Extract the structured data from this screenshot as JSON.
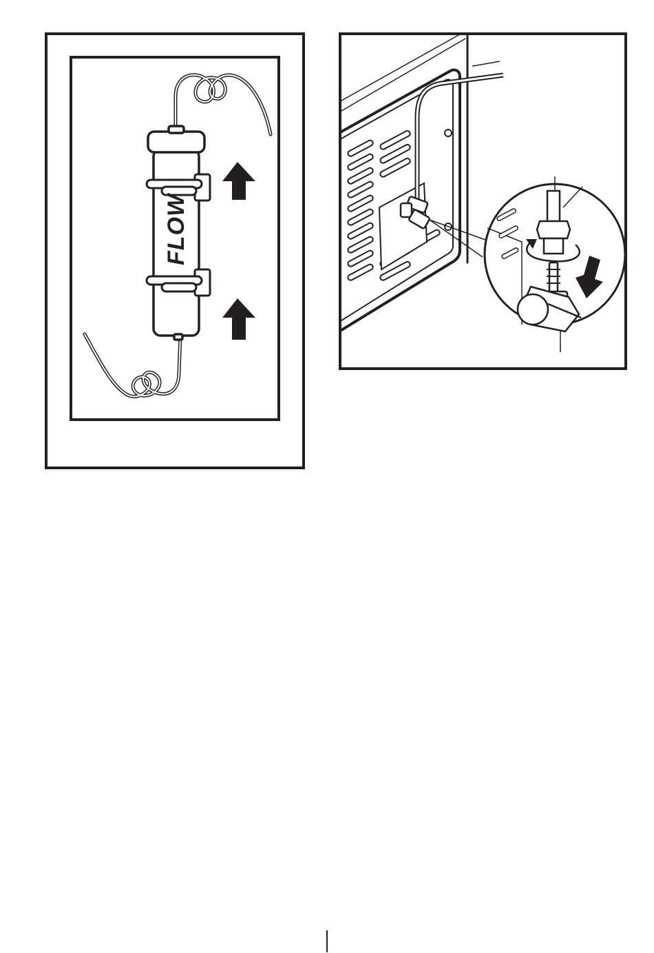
{
  "figures": {
    "filter": {
      "cartridge_label": "FLOW",
      "flow_direction": "up",
      "arrow_count": 2
    },
    "connection": {
      "rotation_direction": "counter-clockwise",
      "push_direction": "down"
    }
  },
  "colors": {
    "ink": "#231f20",
    "paper": "#ffffff"
  }
}
